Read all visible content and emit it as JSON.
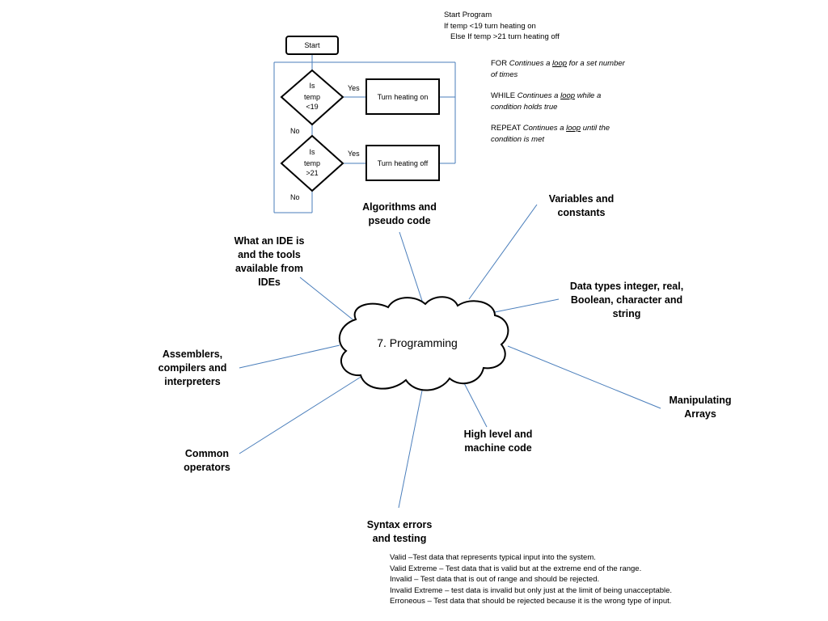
{
  "flowchart": {
    "start_label": "Start",
    "decision1_lines": [
      "Is",
      "temp",
      "<19"
    ],
    "decision2_lines": [
      "Is",
      "temp",
      ">21"
    ],
    "action1_label": "Turn heating on",
    "action2_label": "Turn heating off",
    "yes1_label": "Yes",
    "yes2_label": "Yes",
    "no1_label": "No",
    "no2_label": "No"
  },
  "pseudocode": {
    "line1": "Start Program",
    "line2": "If temp <19 turn heating on",
    "line3": "Else If temp >21 turn heating off"
  },
  "loops": {
    "for_keyword": "FOR",
    "for_desc_pre": "Continues a",
    "for_desc_link": "loop",
    "for_desc_post": "for a set number of times",
    "while_keyword": "WHILE",
    "while_desc_pre": "Continues a",
    "while_desc_link": "loop",
    "while_desc_post": "while a condition holds true",
    "repeat_keyword": "REPEAT",
    "repeat_desc_pre": "Continues a",
    "repeat_desc_link": "loop",
    "repeat_desc_post": "until the condition is met"
  },
  "center": {
    "title": "7. Programming"
  },
  "topics": {
    "algorithms": [
      "Algorithms and",
      "pseudo code"
    ],
    "variables": [
      "Variables and",
      "constants"
    ],
    "ide": [
      "What an IDE is",
      "and the tools",
      "available from",
      "IDEs"
    ],
    "datatypes": [
      "Data types integer, real,",
      "Boolean, character and",
      "string"
    ],
    "assemblers": [
      "Assemblers,",
      "compilers and",
      "interpreters"
    ],
    "arrays": [
      "Manipulating",
      "Arrays"
    ],
    "highlevel": [
      "High level and",
      "machine code"
    ],
    "operators": [
      "Common",
      "operators"
    ],
    "syntax": [
      "Syntax errors",
      "and testing"
    ]
  },
  "test_data": {
    "valid": "Valid –Test data that represents typical input into the system.",
    "valid_extreme": "Valid Extreme – Test data that is valid but at the extreme end of the range.",
    "invalid": "Invalid – Test data that is out of range and should be rejected.",
    "invalid_extreme": "Invalid Extreme – test data is invalid but only just at the limit of being unacceptable.",
    "erroneous": "Erroneous – Test data that should be rejected because it is the wrong type of input."
  },
  "colors": {
    "connector_line": "#4a7ebb",
    "outline": "#000000",
    "background": "#ffffff"
  }
}
